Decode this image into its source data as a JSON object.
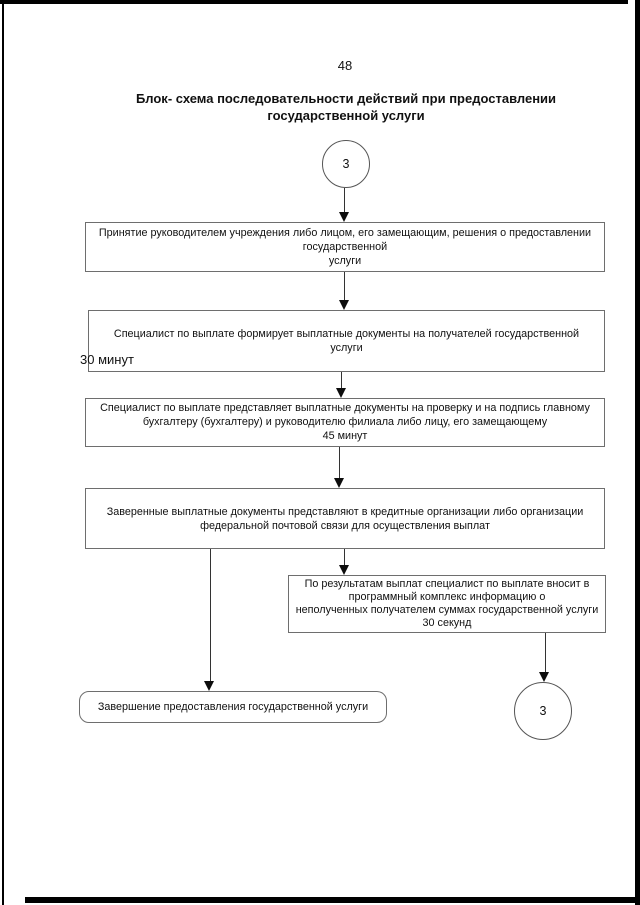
{
  "page": {
    "number": "48",
    "title_line1": "Блок- схема последовательности действий при предоставлении",
    "title_line2": "государственной услуги"
  },
  "flowchart": {
    "connector_start": {
      "label": "3"
    },
    "step1": {
      "lines": [
        "Принятие руководителем учреждения либо лицом, его замещающим, решения о предоставлении",
        "государственной",
        "услуги"
      ]
    },
    "step2": {
      "lines": [
        "Специалист по выплате формирует выплатные документы на получателей государственной",
        "услуги"
      ],
      "duration_label": "30 минут"
    },
    "step3": {
      "lines": [
        "Специалист по выплате представляет выплатные документы на проверку и на подпись главному",
        "бухгалтеру  (бухгалтеру) и руководителю филиала либо лицу, его замещающему",
        "45 минут"
      ]
    },
    "step4": {
      "lines": [
        "Заверенные выплатные документы представляют в кредитные организации либо организации",
        "федеральной почтовой связи для осуществления выплат"
      ]
    },
    "step5": {
      "lines": [
        "По результатам выплат специалист по выплате вносит в",
        "программный комплекс информацию о",
        "неполученных получателем суммах государственной услуги",
        "30 секунд"
      ]
    },
    "finish": {
      "label": "Завершение предоставления государственной услуги"
    },
    "connector_end": {
      "label": "3"
    }
  },
  "colors": {
    "scan_edge": "#000000",
    "box_border": "#6e6e6e",
    "connector_line": "#333333",
    "arrow": "#0d0d0d",
    "text": "#111111"
  }
}
